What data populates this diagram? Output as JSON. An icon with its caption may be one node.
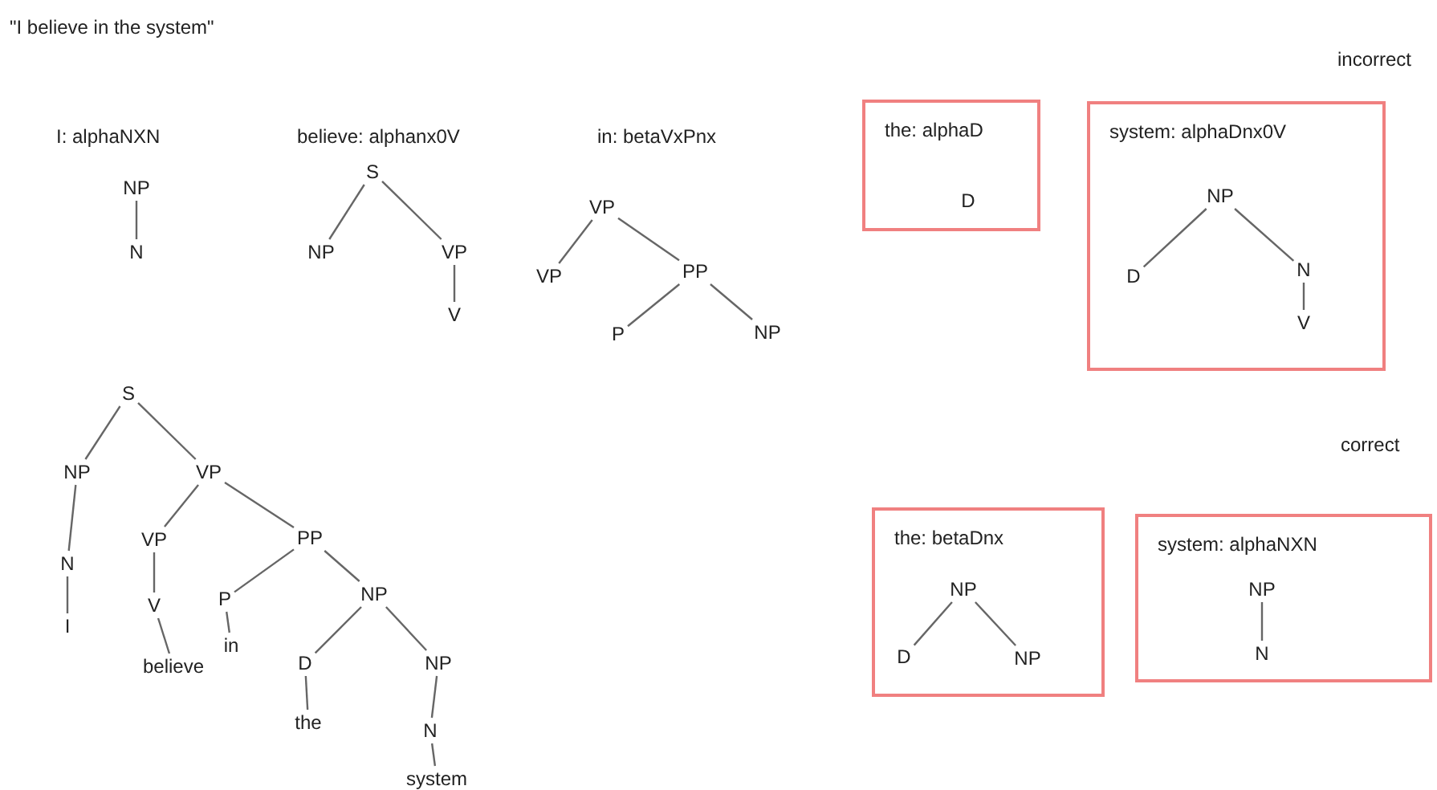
{
  "diagram": {
    "title": "\"I believe in the system\"",
    "nodes": [
      {
        "text": [
          "NP"
        ]
      },
      {
        "text": [
          "N"
        ]
      },
      {
        "text": [
          "S"
        ]
      },
      {
        "text": [
          "NP"
        ]
      },
      {
        "text": [
          "VP"
        ]
      },
      {
        "text": [
          "V"
        ]
      },
      {
        "text": [
          "VP"
        ]
      },
      {
        "text": [
          "VP"
        ]
      },
      {
        "text": [
          "PP"
        ]
      },
      {
        "text": [
          "P"
        ]
      },
      {
        "text": [
          "NP"
        ]
      },
      {
        "text": [
          "the: alphaD"
        ]
      },
      {
        "text": [
          "D"
        ],
        "in": 11
      },
      {
        "text": [
          "system: alphaDnx0V"
        ]
      },
      {
        "text": [
          "NP"
        ],
        "in": 13
      },
      {
        "text": [
          "D"
        ],
        "in": 13
      },
      {
        "text": [
          "N"
        ],
        "in": 13
      },
      {
        "text": [
          "V"
        ],
        "in": 13
      },
      {
        "text": [
          "S"
        ]
      },
      {
        "text": [
          "NP"
        ]
      },
      {
        "text": [
          "VP"
        ]
      },
      {
        "text": [
          "N"
        ]
      },
      {
        "text": [
          "I"
        ]
      },
      {
        "text": [
          "VP"
        ]
      },
      {
        "text": [
          "PP"
        ]
      },
      {
        "text": [
          "V"
        ]
      },
      {
        "text": [
          "believe"
        ]
      },
      {
        "text": [
          "P"
        ]
      },
      {
        "text": [
          "in"
        ]
      },
      {
        "text": [
          "NP"
        ]
      },
      {
        "text": [
          "D"
        ]
      },
      {
        "text": [
          "NP"
        ]
      },
      {
        "text": [
          "the"
        ]
      },
      {
        "text": [
          "N"
        ]
      },
      {
        "text": [
          "system"
        ]
      },
      {
        "text": [
          "the: betaDnx"
        ]
      },
      {
        "text": [
          "NP"
        ],
        "in": 35
      },
      {
        "text": [
          "D"
        ],
        "in": 35
      },
      {
        "text": [
          "NP"
        ],
        "in": 35
      },
      {
        "text": [
          "system: alphaNXN"
        ]
      },
      {
        "text": [
          "NP"
        ],
        "in": 39
      },
      {
        "text": [
          "N"
        ],
        "in": 39
      }
    ],
    "edges": [
      {
        "from": 0,
        "to": 1,
        "arrow": "none"
      },
      {
        "from": 2,
        "to": 3,
        "arrow": "none"
      },
      {
        "from": 2,
        "to": 4,
        "arrow": "none"
      },
      {
        "from": 4,
        "to": 5,
        "arrow": "none"
      },
      {
        "from": 6,
        "to": 7,
        "arrow": "none"
      },
      {
        "from": 6,
        "to": 8,
        "arrow": "none"
      },
      {
        "from": 8,
        "to": 9,
        "arrow": "none"
      },
      {
        "from": 8,
        "to": 10,
        "arrow": "none"
      },
      {
        "from": 14,
        "to": 15,
        "arrow": "none"
      },
      {
        "from": 14,
        "to": 16,
        "arrow": "none"
      },
      {
        "from": 16,
        "to": 17,
        "arrow": "none"
      },
      {
        "from": 18,
        "to": 19,
        "arrow": "none"
      },
      {
        "from": 18,
        "to": 20,
        "arrow": "none"
      },
      {
        "from": 19,
        "to": 21,
        "arrow": "none"
      },
      {
        "from": 21,
        "to": 22,
        "arrow": "none"
      },
      {
        "from": 20,
        "to": 23,
        "arrow": "none"
      },
      {
        "from": 20,
        "to": 24,
        "arrow": "none"
      },
      {
        "from": 23,
        "to": 25,
        "arrow": "none"
      },
      {
        "from": 25,
        "to": 26,
        "arrow": "none"
      },
      {
        "from": 24,
        "to": 27,
        "arrow": "none"
      },
      {
        "from": 27,
        "to": 28,
        "arrow": "none"
      },
      {
        "from": 24,
        "to": 29,
        "arrow": "none"
      },
      {
        "from": 29,
        "to": 30,
        "arrow": "none"
      },
      {
        "from": 29,
        "to": 31,
        "arrow": "none"
      },
      {
        "from": 30,
        "to": 32,
        "arrow": "none"
      },
      {
        "from": 31,
        "to": 33,
        "arrow": "none"
      },
      {
        "from": 33,
        "to": 34,
        "arrow": "none"
      },
      {
        "from": 36,
        "to": 37,
        "arrow": "none"
      },
      {
        "from": 36,
        "to": 38,
        "arrow": "none"
      },
      {
        "from": 40,
        "to": 41,
        "arrow": "none"
      }
    ],
    "labels": [
      "incorrect",
      "I: alphaNXN",
      "believe: alphanx0V",
      "in: betaVxPnx",
      "correct"
    ]
  }
}
